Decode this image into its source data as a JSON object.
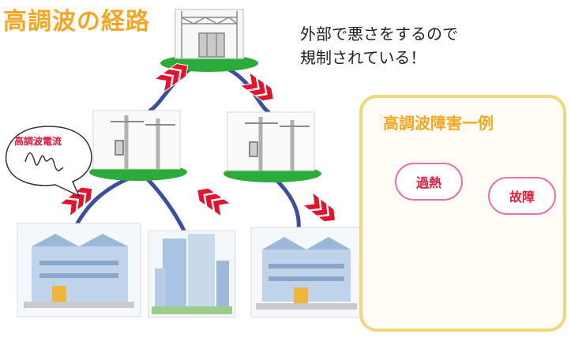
{
  "diagram": {
    "title": "高調波の経路",
    "note_line1": "外部で悪さをするので",
    "note_line2": "規制されている！",
    "current_bubble": "高調波電流",
    "panel_title": "高調波障害一例",
    "overheat_label": "過熱",
    "failure_label": "故障"
  },
  "colors": {
    "title": "#f5a623",
    "wire": "#3b4ea0",
    "ground": "#2bab3a",
    "chevron": "#e3122d",
    "bubble_text": "#e31b3b",
    "bubble_border": "#f06ca6",
    "panel_border": "#f2d77a"
  }
}
